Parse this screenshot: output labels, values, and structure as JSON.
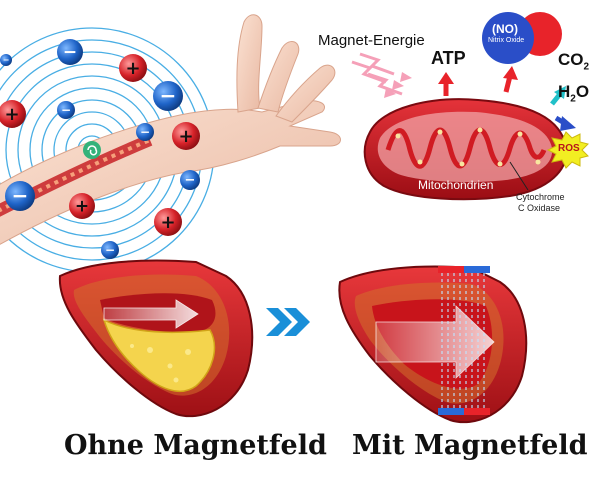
{
  "labels": {
    "magnet_energy": "Magnet-Energie",
    "atp": "ATP",
    "no": "(NO)",
    "nitrix_oxide": "Nitrix Oxide",
    "co2": "CO",
    "co2_sub": "2",
    "h2o_h": "H",
    "h2o_sub": "2",
    "h2o_o": "O",
    "ros": "ROS",
    "mitochondrien": "Mitochondrien",
    "cytochrome_line1": "Cytochrome",
    "cytochrome_line2": "C Oxidase"
  },
  "captions": {
    "left": "Ohne Magnetfeld",
    "right": "Mit Magnetfeld"
  },
  "particles": {
    "plus_sign": "+",
    "minus_sign": "−"
  },
  "colors": {
    "blood_red": "#c4161c",
    "vessel_dark": "#8e0d12",
    "plaque_yellow": "#f4d44d",
    "ion_blue": "#1f64c8",
    "ion_red": "#d62229",
    "field_blue": "#2aa0e0",
    "chevron_blue": "#1a8fd8",
    "ros_yellow": "#f2ee22",
    "no_blue": "#2a4ec8",
    "no_red": "#e8232a"
  },
  "icons": [
    "hand-icon",
    "mitochondrion-icon",
    "blood-vessel-icon",
    "double-chevron-right-icon",
    "energy-wave-arrows-icon"
  ]
}
